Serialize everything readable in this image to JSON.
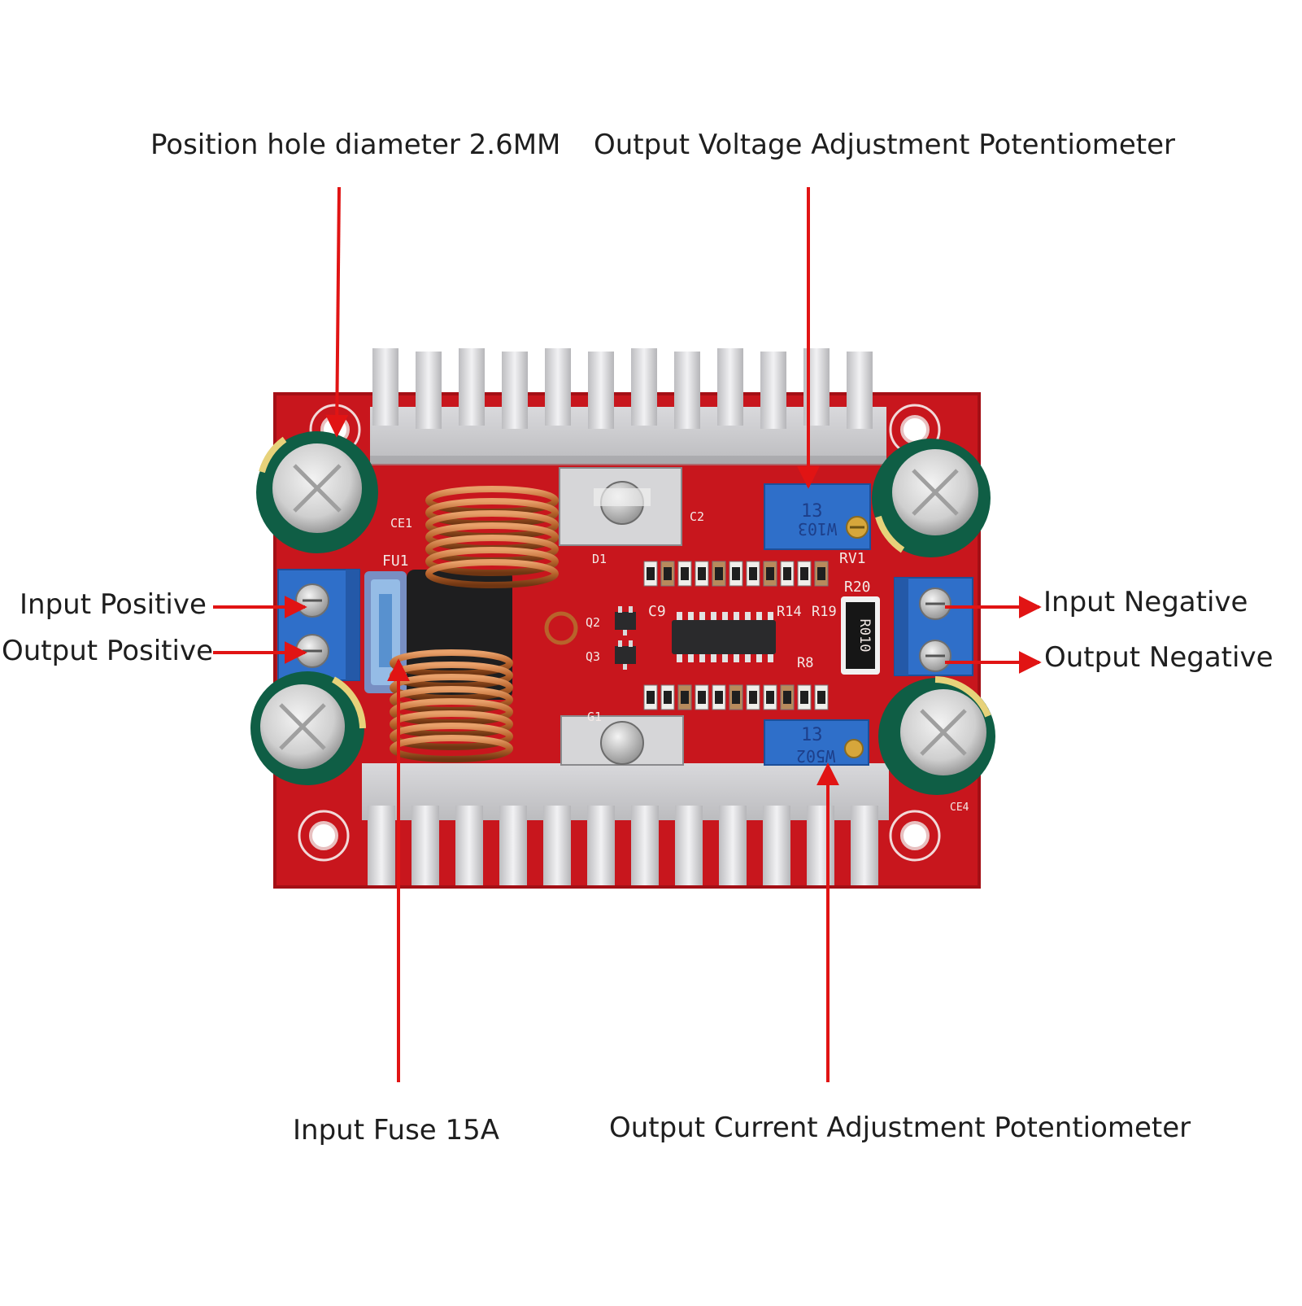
{
  "labels": {
    "position_hole": "Position hole diameter 2.6MM",
    "voltage_pot": "Output Voltage Adjustment Potentiometer",
    "input_positive": "Input Positive",
    "output_positive": "Output Positive",
    "input_negative": "Input Negative",
    "output_negative": "Output Negative",
    "input_fuse": "Input Fuse 15A",
    "current_pot": "Output Current Adjustment Potentiometer"
  },
  "silkscreen": {
    "ce1": "CE1",
    "fu1": "FU1",
    "d1": "D1",
    "c2": "C2",
    "rv1": "RV1",
    "r20": "R20",
    "c9": "C9",
    "r14": "R14",
    "r19": "R19",
    "r8": "R8",
    "q2": "Q2",
    "q3": "Q3",
    "g1": "G1",
    "ce4": "CE4",
    "shunt": "R010",
    "pot_top_code": "13",
    "pot_top_value": "W103",
    "pot_bottom_code": "13",
    "pot_bottom_value": "W502"
  },
  "colors": {
    "pcb": "#c8161d",
    "heatsink": "#e3e3e5",
    "terminal": "#2f6fc9",
    "capacitor": "#0f5e45",
    "arrow": "#e11414",
    "copper": "#b8632b"
  }
}
